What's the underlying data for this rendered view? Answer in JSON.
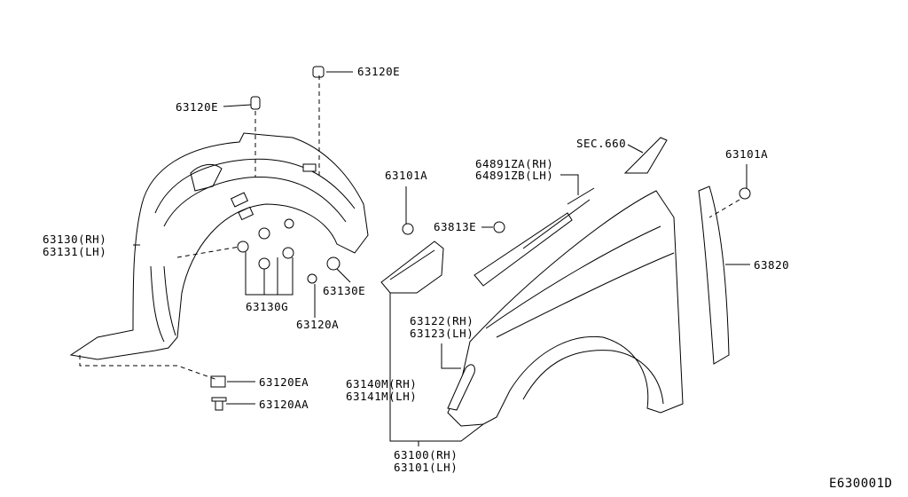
{
  "diagram_code": "E630001D",
  "labels": {
    "clip_top": "63120E",
    "clip_left": "63120E",
    "liner_rh": "63130(RH)",
    "liner_lh": "63131(LH)",
    "clip_g": "63130G",
    "screw_a": "63120A",
    "clip_e": "63130E",
    "nut_ea": "63120EA",
    "bolt_aa": "63120AA",
    "bolt_mid": "63101A",
    "molding_rh": "64891ZA(RH)",
    "molding_lh": "64891ZB(LH)",
    "clip_813": "63813E",
    "sec": "SEC.660",
    "bolt_right": "63101A",
    "seal": "63820",
    "cover_rh": "63122(RH)",
    "cover_lh": "63123(LH)",
    "bracket_rh": "63140M(RH)",
    "bracket_lh": "63141M(LH)",
    "fender_rh": "63100(RH)",
    "fender_lh": "63101(LH)"
  }
}
